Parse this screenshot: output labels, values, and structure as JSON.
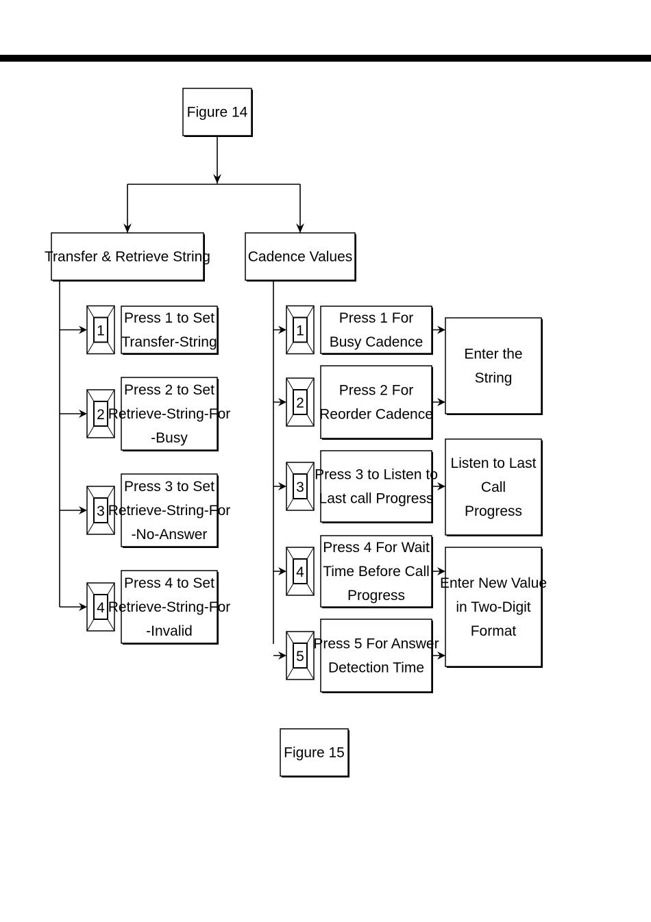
{
  "root": {
    "label": "Figure 14"
  },
  "branches": [
    {
      "id": "transfer",
      "title": "Transfer & Retrieve String",
      "options": [
        {
          "key": "1",
          "lines": [
            "Press 1 to Set",
            "Transfer-String"
          ]
        },
        {
          "key": "2",
          "lines": [
            "Press 2 to Set",
            "Retrieve-String-For",
            "-Busy"
          ]
        },
        {
          "key": "3",
          "lines": [
            "Press 3 to Set",
            "Retrieve-String-For",
            "-No-Answer"
          ]
        },
        {
          "key": "4",
          "lines": [
            "Press 4 to Set",
            "Retrieve-String-For",
            "-Invalid"
          ]
        }
      ]
    },
    {
      "id": "cadence",
      "title": "Cadence Values",
      "options": [
        {
          "key": "1",
          "lines": [
            "Press 1 For",
            "Busy Cadence"
          ]
        },
        {
          "key": "2",
          "lines": [
            "Press 2 For",
            "Reorder Cadence"
          ]
        },
        {
          "key": "3",
          "lines": [
            "Press 3 to Listen to",
            "Last call Progress"
          ]
        },
        {
          "key": "4",
          "lines": [
            "Press 4 For Wait",
            "Time Before Call",
            "Progress"
          ]
        },
        {
          "key": "5",
          "lines": [
            "Press 5 For Answer",
            "Detection Time"
          ]
        }
      ],
      "results": [
        {
          "lines": [
            "Enter the",
            "String"
          ],
          "from_options": [
            1,
            2
          ]
        },
        {
          "lines": [
            "Listen to Last",
            "Call",
            "Progress"
          ],
          "from_options": [
            3
          ]
        },
        {
          "lines": [
            "Enter New Value",
            "in Two-Digit",
            "Format"
          ],
          "from_options": [
            4,
            5
          ]
        }
      ]
    }
  ],
  "footer": {
    "label": "Figure 15"
  }
}
